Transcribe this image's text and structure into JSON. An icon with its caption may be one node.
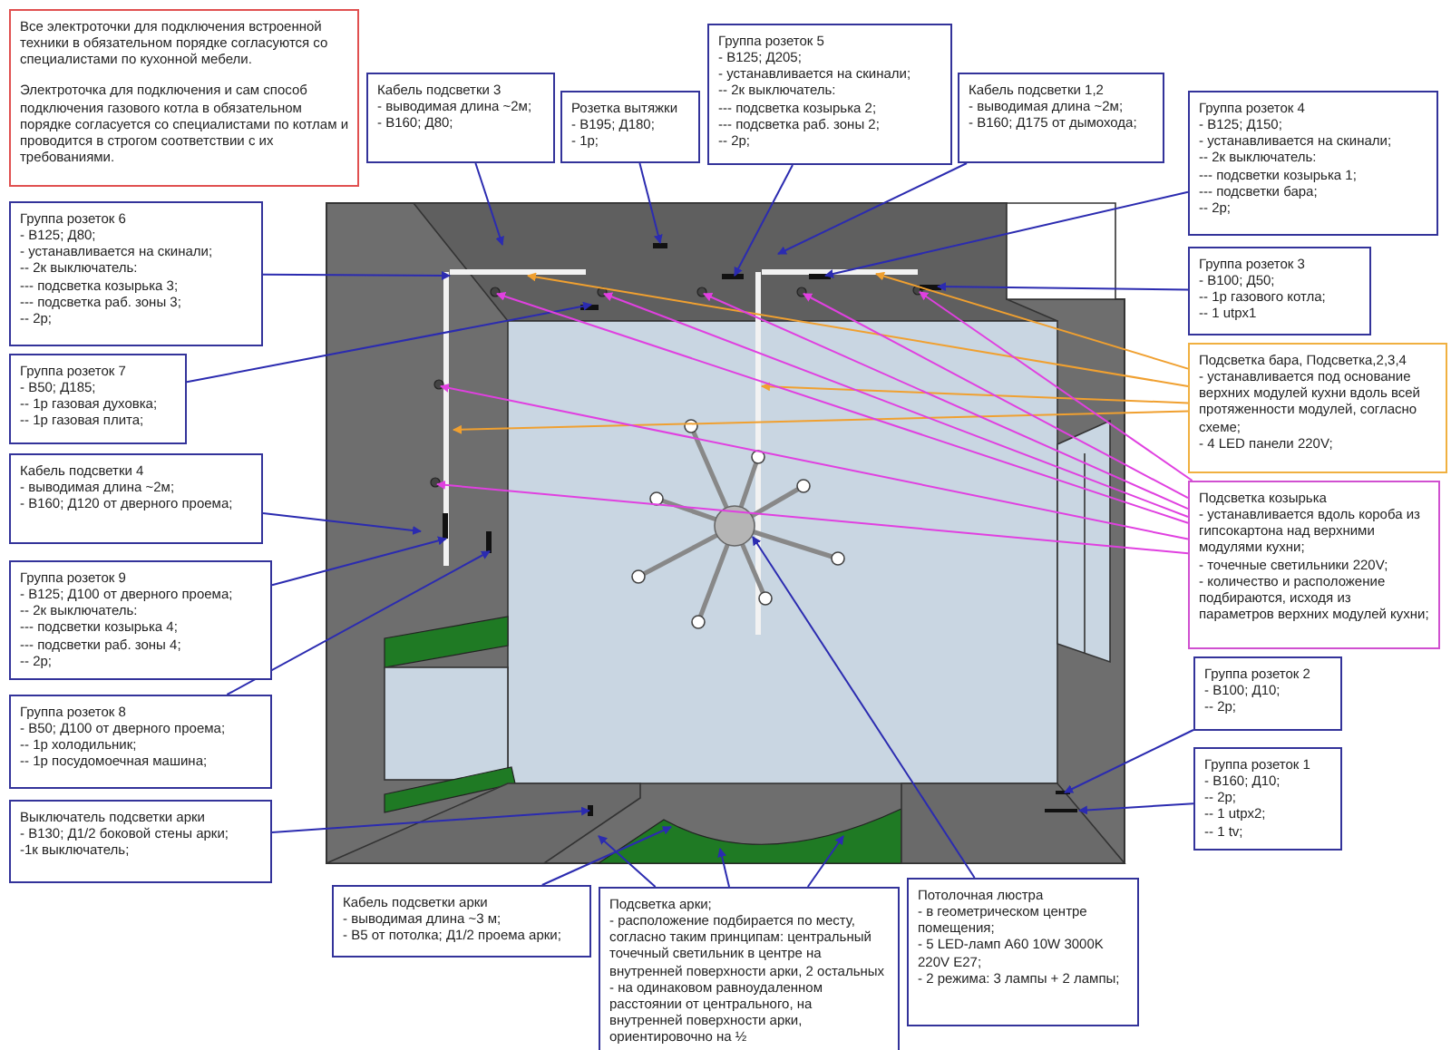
{
  "diagram": {
    "nodes": [
      {
        "text": [
          "Все электроточки для подключения встроенной техники в обязательном порядке согласуются со специалистами по кухонной мебели.",
          "Электроточка для подключения и сам способ подключения газового котла в обязательном порядке согласуется со специалистами по котлам и проводится в строгом соответствии с их требованиями."
        ]
      },
      {
        "text": [
          "Кабель подсветки 3",
          "- выводимая длина ~2м;",
          "- В160; Д80;"
        ]
      },
      {
        "text": [
          "Розетка вытяжки",
          "- В195; Д180;",
          "- 1р;"
        ]
      },
      {
        "text": [
          "Группа розеток 5",
          "- В125; Д205;",
          "- устанавливается на скинали;",
          "-- 2к выключатель:",
          "--- подсветка козырька 2;",
          "--- подсветка раб. зоны 2;",
          "-- 2р;"
        ]
      },
      {
        "text": [
          "Кабель подсветки 1,2",
          "- выводимая длина ~2м;",
          "- В160; Д175 от дымохода;"
        ]
      },
      {
        "text": [
          "Группа розеток 4",
          "- В125; Д150;",
          "- устанавливается на скинали;",
          "-- 2к выключатель:",
          "--- подсветки козырька 1;",
          "--- подсветки бара;",
          "-- 2р;"
        ]
      },
      {
        "text": [
          "Группа розеток 6",
          "- В125; Д80;",
          "- устанавливается на скинали;",
          "-- 2к выключатель:",
          "--- подсветка козырька 3;",
          "--- подсветка раб. зоны 3;",
          "-- 2р;"
        ]
      },
      {
        "text": [
          "Группа розеток 3",
          "- В100; Д50;",
          "-- 1р газового котла;",
          "-- 1 utpx1"
        ]
      },
      {
        "text": [
          "Группа розеток 7",
          "- В50; Д185;",
          "-- 1р газовая духовка;",
          "-- 1р газовая плита;"
        ]
      },
      {
        "text": [
          "Подсветка бара, Подсветка,2,3,4",
          "- устанавливается под основание верхних модулей кухни вдоль всей протяженности модулей, согласно схеме;",
          "- 4 LED панели 220V;"
        ]
      },
      {
        "text": [
          "Кабель подсветки 4",
          "- выводимая длина ~2м;",
          "- В160; Д120 от дверного проема;"
        ]
      },
      {
        "text": [
          "Подсветка козырька",
          "- устанавливается вдоль короба из гипсокартона над верхними модулями кухни;",
          "- точечные светильники 220V;",
          "- количество и расположение подбираются, исходя из параметров верхних модулей кухни;"
        ]
      },
      {
        "text": [
          "Группа розеток 9",
          "- В125; Д100 от дверного проема;",
          "-- 2к выключатель:",
          "--- подсветки козырька 4;",
          "--- подсветки раб. зоны 4;",
          "-- 2р;"
        ]
      },
      {
        "text": [
          "Группа розеток 2",
          "- В100; Д10;",
          "-- 2р;"
        ]
      },
      {
        "text": [
          "Группа розеток 8",
          "- В50; Д100 от дверного проема;",
          "-- 1р холодильник;",
          "-- 1р посудомоечная машина;"
        ]
      },
      {
        "text": [
          "Группа розеток 1",
          "- В160; Д10;",
          "-- 2р;",
          "-- 1 utpx2;",
          "-- 1 tv;"
        ]
      },
      {
        "text": [
          "Выключатель подсветки арки",
          "- В130; Д1/2 боковой стены арки;",
          "-1к выключатель;"
        ]
      },
      {
        "text": [
          "Кабель подсветки арки",
          "- выводимая длина ~3 м;",
          "- В5 от потолка; Д1/2 проема арки;"
        ]
      },
      {
        "text": [
          "Подсветка арки;",
          "- расположение подбирается по месту, согласно таким принципам: центральный точечный светильник в центре на внутренней поверхности арки, 2 остальных - на одинаковом равноудаленном расстоянии от центрального, на внутренней поверхности арки, ориентировочно на ½"
        ]
      },
      {
        "text": [
          "Потолочная люстра",
          "- в геометрическом центре помещения;",
          "- 5 LED-ламп A60 10W 3000K 220V E27;",
          "- 2 режима: 3 лампы + 2 лампы;"
        ]
      }
    ],
    "edges": [
      {
        "from": 1,
        "to": null,
        "arrow": "to"
      },
      {
        "from": 2,
        "to": null,
        "arrow": "to"
      },
      {
        "from": 3,
        "to": null,
        "arrow": "to"
      },
      {
        "from": 4,
        "to": null,
        "arrow": "to"
      },
      {
        "from": 5,
        "to": null,
        "arrow": "to"
      },
      {
        "from": 6,
        "to": null,
        "arrow": "to"
      },
      {
        "from": 7,
        "to": null,
        "arrow": "to"
      },
      {
        "from": 8,
        "to": null,
        "arrow": "to"
      },
      {
        "from": 9,
        "to": null,
        "arrow": "to",
        "color": "#f0a030"
      },
      {
        "from": 9,
        "to": null,
        "arrow": "to",
        "color": "#f0a030"
      },
      {
        "from": 9,
        "to": null,
        "arrow": "to",
        "color": "#f0a030"
      },
      {
        "from": 9,
        "to": null,
        "arrow": "to",
        "color": "#f0a030"
      },
      {
        "from": 10,
        "to": null,
        "arrow": "to"
      },
      {
        "from": 11,
        "to": null,
        "arrow": "to",
        "color": "#e040e0"
      },
      {
        "from": 11,
        "to": null,
        "arrow": "to",
        "color": "#e040e0"
      },
      {
        "from": 11,
        "to": null,
        "arrow": "to",
        "color": "#e040e0"
      },
      {
        "from": 11,
        "to": null,
        "arrow": "to",
        "color": "#e040e0"
      },
      {
        "from": 11,
        "to": null,
        "arrow": "to",
        "color": "#e040e0"
      },
      {
        "from": 11,
        "to": null,
        "arrow": "to",
        "color": "#e040e0"
      },
      {
        "from": 11,
        "to": null,
        "arrow": "to",
        "color": "#e040e0"
      },
      {
        "from": 12,
        "to": null,
        "arrow": "to"
      },
      {
        "from": 13,
        "to": null,
        "arrow": "to"
      },
      {
        "from": 14,
        "to": null,
        "arrow": "to"
      },
      {
        "from": 15,
        "to": null,
        "arrow": "to"
      },
      {
        "from": 16,
        "to": null,
        "arrow": "to"
      },
      {
        "from": 17,
        "to": null,
        "arrow": "to"
      },
      {
        "from": 18,
        "to": null,
        "arrow": "to"
      },
      {
        "from": 18,
        "to": null,
        "arrow": "to"
      },
      {
        "from": 18,
        "to": null,
        "arrow": "to"
      },
      {
        "from": 19,
        "to": null,
        "arrow": "to"
      }
    ]
  }
}
